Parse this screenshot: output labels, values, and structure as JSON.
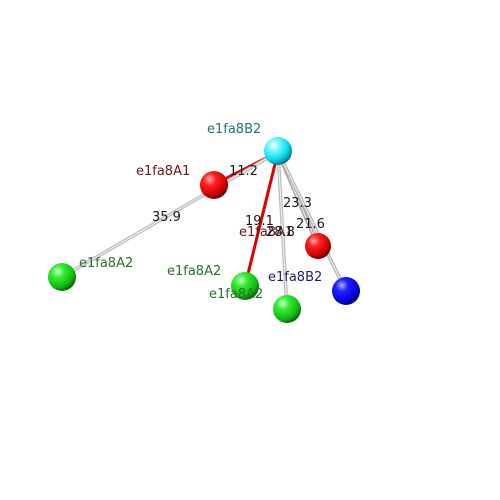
{
  "colors": {
    "cyan": "#00e5f0",
    "red": "#e00000",
    "green": "#11cc11",
    "blue": "#0000ee",
    "bond_red": "#dd0000",
    "bond_grey": "#b8b8b8",
    "label_teal": "#2a6f6f",
    "label_darkred": "#6a1616",
    "label_green": "#2d6e2d",
    "label_navy": "#1c1c6e",
    "distance_text": "#1a1a1a"
  },
  "atoms": [
    {
      "id": "cyan-atom",
      "label": "e1fa8B2",
      "color": "cyan"
    },
    {
      "id": "red-atom-left",
      "label": "e1fa8A1",
      "color": "red"
    },
    {
      "id": "red-atom-right",
      "label": "e1fa8A1",
      "color": "red"
    },
    {
      "id": "green-atom-far-left",
      "label": "e1fa8A2",
      "color": "green"
    },
    {
      "id": "green-atom-center",
      "label": "e1fa8A2",
      "color": "green"
    },
    {
      "id": "green-atom-lower",
      "label": "e1fa8A2",
      "color": "green"
    },
    {
      "id": "blue-atom",
      "label": "e1fa8B2",
      "color": "blue"
    }
  ],
  "bonds": [
    {
      "id": "bond-cyan-red-left",
      "distance": "11.2",
      "style": "red-grey"
    },
    {
      "id": "bond-cyan-green-far-left",
      "distance": "35.9",
      "style": "grey"
    },
    {
      "id": "bond-cyan-green-center",
      "distance": "19.1",
      "style": "red"
    },
    {
      "id": "bond-cyan-green-lower",
      "distance": "28.8",
      "style": "grey"
    },
    {
      "id": "bond-cyan-red-right",
      "distance": "21.6",
      "style": "grey"
    },
    {
      "id": "bond-cyan-blue",
      "distance": "23.3",
      "style": "grey"
    }
  ]
}
